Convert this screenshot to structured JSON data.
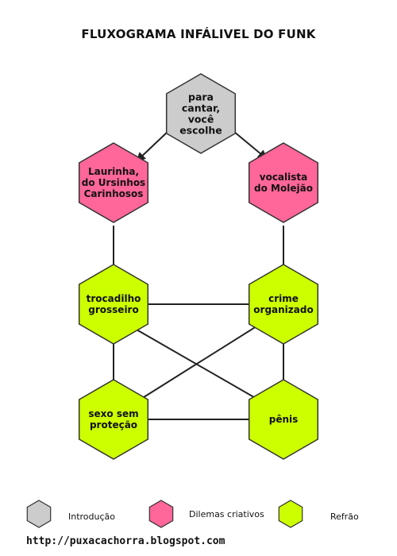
{
  "title": "FLUXOGRAMA INFÁLIVEL DO FUNK",
  "colors": {
    "intro": "#cccccc",
    "dilema": "#ff6699",
    "refrao": "#ccff00",
    "stroke": "#333333",
    "edge": "#222222"
  },
  "nodes": {
    "start": {
      "lines": [
        "para",
        "cantar,",
        "você",
        "escolhe"
      ],
      "type": "intro"
    },
    "laurinha": {
      "lines": [
        "Laurinha,",
        "do Ursinhos",
        "Carinhosos"
      ],
      "type": "dilema"
    },
    "vocalista": {
      "lines": [
        "vocalista",
        "do Molejão"
      ],
      "type": "dilema"
    },
    "trocadilho": {
      "lines": [
        "trocadilho",
        "grosseiro"
      ],
      "type": "refrao"
    },
    "crime": {
      "lines": [
        "crime",
        "organizado"
      ],
      "type": "refrao"
    },
    "sexo": {
      "lines": [
        "sexo sem",
        "proteção"
      ],
      "type": "refrao"
    },
    "penis": {
      "lines": [
        "pênis"
      ],
      "type": "refrao"
    }
  },
  "edges": [
    {
      "from": "start",
      "to": "laurinha",
      "dir": "forward"
    },
    {
      "from": "start",
      "to": "vocalista",
      "dir": "forward"
    },
    {
      "from": "laurinha",
      "to": "trocadilho",
      "dir": "forward"
    },
    {
      "from": "vocalista",
      "to": "crime",
      "dir": "forward"
    },
    {
      "from": "trocadilho",
      "to": "crime",
      "dir": "both"
    },
    {
      "from": "trocadilho",
      "to": "sexo",
      "dir": "both"
    },
    {
      "from": "crime",
      "to": "penis",
      "dir": "both"
    },
    {
      "from": "sexo",
      "to": "penis",
      "dir": "both"
    },
    {
      "from": "trocadilho",
      "to": "penis",
      "dir": "forward"
    },
    {
      "from": "sexo",
      "to": "crime",
      "dir": "forward"
    }
  ],
  "legend": [
    {
      "type": "intro",
      "label": "Introdução"
    },
    {
      "type": "dilema",
      "label": "Dilemas criativos"
    },
    {
      "type": "refrao",
      "label": "Refrão"
    }
  ],
  "footer": "http://puxacachorra.blogspot.com"
}
